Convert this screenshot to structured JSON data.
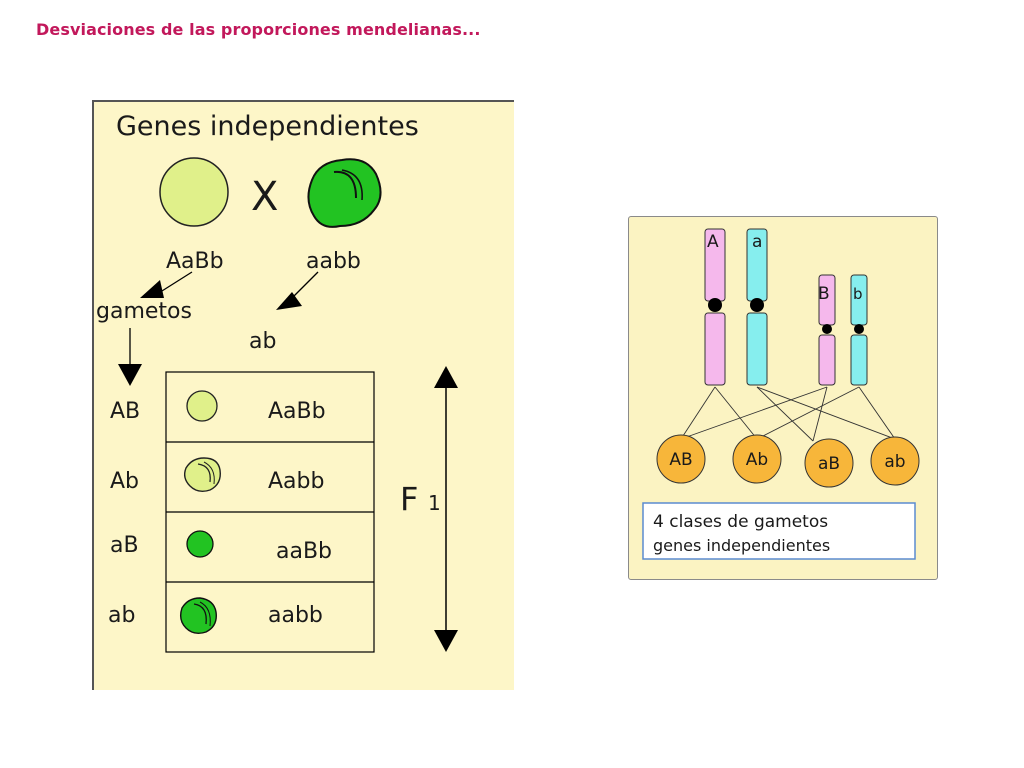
{
  "page": {
    "title": "Desviaciones de las proporciones mendelianas..."
  },
  "left_panel": {
    "heading": "Genes independientes",
    "cross_symbol": "X",
    "parent1_genotype": "AaBb",
    "parent2_genotype": "aabb",
    "gametos_label": "gametos",
    "parent2_gamete": "ab",
    "rows": [
      {
        "gamete": "AB",
        "genotype": "AaBb",
        "seed": "round-yellow"
      },
      {
        "gamete": "Ab",
        "genotype": "Aabb",
        "seed": "wrinkled-yellow"
      },
      {
        "gamete": "aB",
        "genotype": "aaBb",
        "seed": "round-green"
      },
      {
        "gamete": "ab",
        "genotype": "aabb",
        "seed": "wrinkled-green"
      }
    ],
    "generation_label": "F",
    "generation_subscript": "1"
  },
  "right_panel": {
    "chromosome_labels": [
      "A",
      "a",
      "B",
      "b"
    ],
    "gametes": [
      "AB",
      "Ab",
      "aB",
      "ab"
    ],
    "caption_line1": "4 clases de gametos",
    "caption_line2": "genes independientes"
  },
  "colors": {
    "title": "#c2185b",
    "panel_bg": "#fdf6c8",
    "yellow_seed": "#e0f08a",
    "green_seed": "#22c322",
    "pink_chromosome": "#f5b8ec",
    "cyan_chromosome": "#86eeee",
    "gamete_orange": "#f7b63a",
    "caption_box": "#ffffff",
    "caption_border": "#5b8bd0"
  },
  "icons": [
    "arrow-down-icon",
    "double-arrow-vertical-icon",
    "pea-seed-icon",
    "chromosome-icon"
  ]
}
